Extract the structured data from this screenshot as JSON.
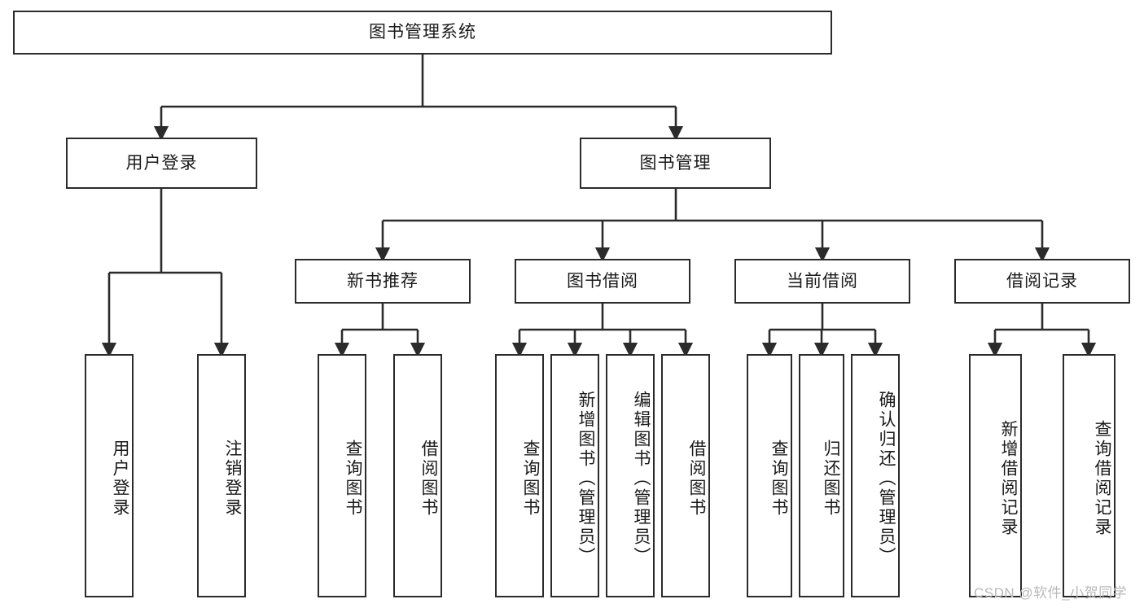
{
  "diagram": {
    "title": "图书管理系统",
    "watermark": "CSDN @软件_小贺同学",
    "stroke_color": "#2b2b2b",
    "fill_color": "#ffffff",
    "text_color": "#1a1a1a",
    "watermark_color": "#b9b9b9"
  },
  "root": {
    "label": "图书管理系统"
  },
  "level2": [
    {
      "label": "用户登录"
    },
    {
      "label": "图书管理"
    }
  ],
  "level3": [
    {
      "label": "新书推荐"
    },
    {
      "label": "图书借阅"
    },
    {
      "label": "当前借阅"
    },
    {
      "label": "借阅记录"
    }
  ],
  "leaves": {
    "user_login": [
      {
        "label": "用户登录"
      },
      {
        "label": "注销登录"
      }
    ],
    "new_book_recommend": [
      {
        "label": "查询图书"
      },
      {
        "label": "借阅图书"
      }
    ],
    "book_borrow": [
      {
        "label": "查询图书"
      },
      {
        "label": "新增图书（管理员）"
      },
      {
        "label": "编辑图书（管理员）"
      },
      {
        "label": "借阅图书"
      }
    ],
    "current_borrow": [
      {
        "label": "查询图书"
      },
      {
        "label": "归还图书"
      },
      {
        "label": "确认归还（管理员）"
      }
    ],
    "borrow_record": [
      {
        "label": "新增借阅记录"
      },
      {
        "label": "查询借阅记录"
      }
    ]
  }
}
